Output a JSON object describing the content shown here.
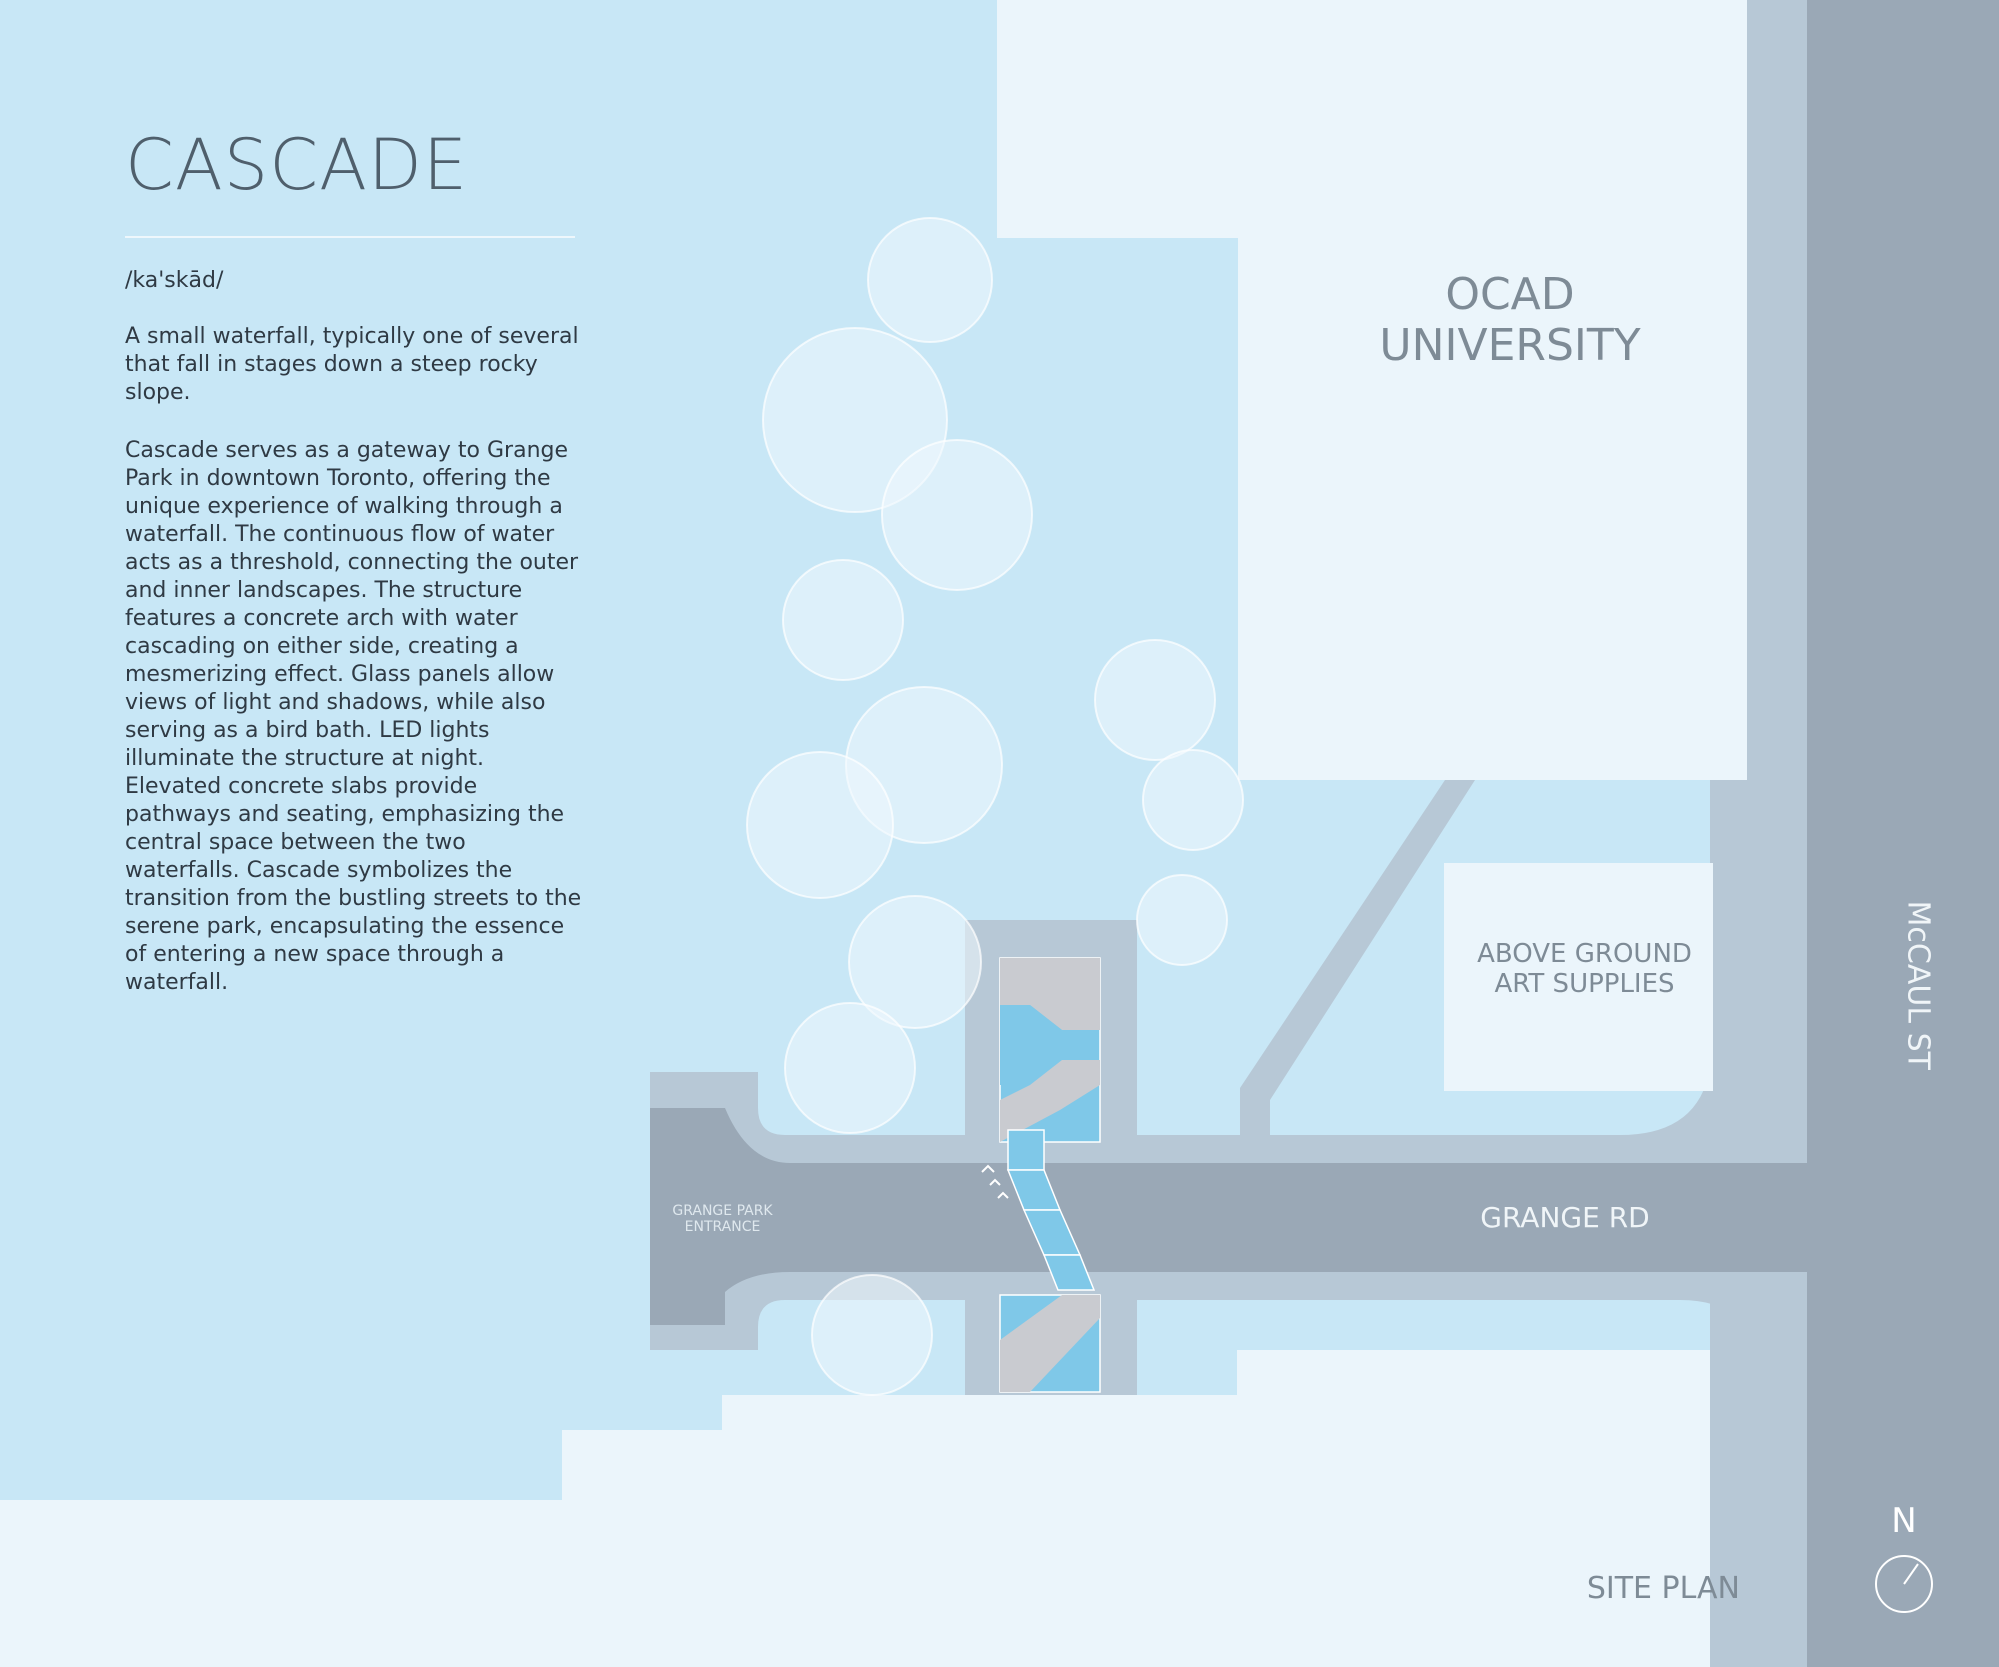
{
  "text_panel": {
    "title": "CASCADE",
    "pronunciation": "/ka'skād/",
    "definition": "A small waterfall, typically one of several that fall in stages down a steep rocky slope.",
    "description": "Cascade serves as a gateway to Grange Park in downtown Toronto, offering the unique experience of walking through a waterfall. The continuous flow of water acts as a threshold, connecting the outer and inner landscapes. The structure features a concrete arch with water cascading on either side, creating a mesmerizing effect. Glass panels allow views of light and shadows, while also serving as a bird bath. LED lights illuminate the structure at night. Elevated concrete slabs provide pathways and seating, emphasizing the central space between the two waterfalls. Cascade symbolizes the transition from the bustling streets to the serene park, encapsulating the essence of entering a new space through a waterfall."
  },
  "map_labels": {
    "ocad": "OCAD\nUNIVERSITY",
    "above_ground": "ABOVE GROUND\nART SUPPLIES",
    "grange_rd": "GRANGE RD",
    "grange_park_entrance": "GRANGE PARK\nENTRANCE",
    "mccaul_st": "McCAUL ST",
    "north": "N",
    "site_plan": "SITE PLAN"
  },
  "colors": {
    "park": "#c8e7f6",
    "building": "#ebf5fb",
    "sidewalk": "#b7c8d6",
    "road": "#9aa8b6",
    "water": "#7fc8e8",
    "concrete": "#c9cbd0"
  }
}
